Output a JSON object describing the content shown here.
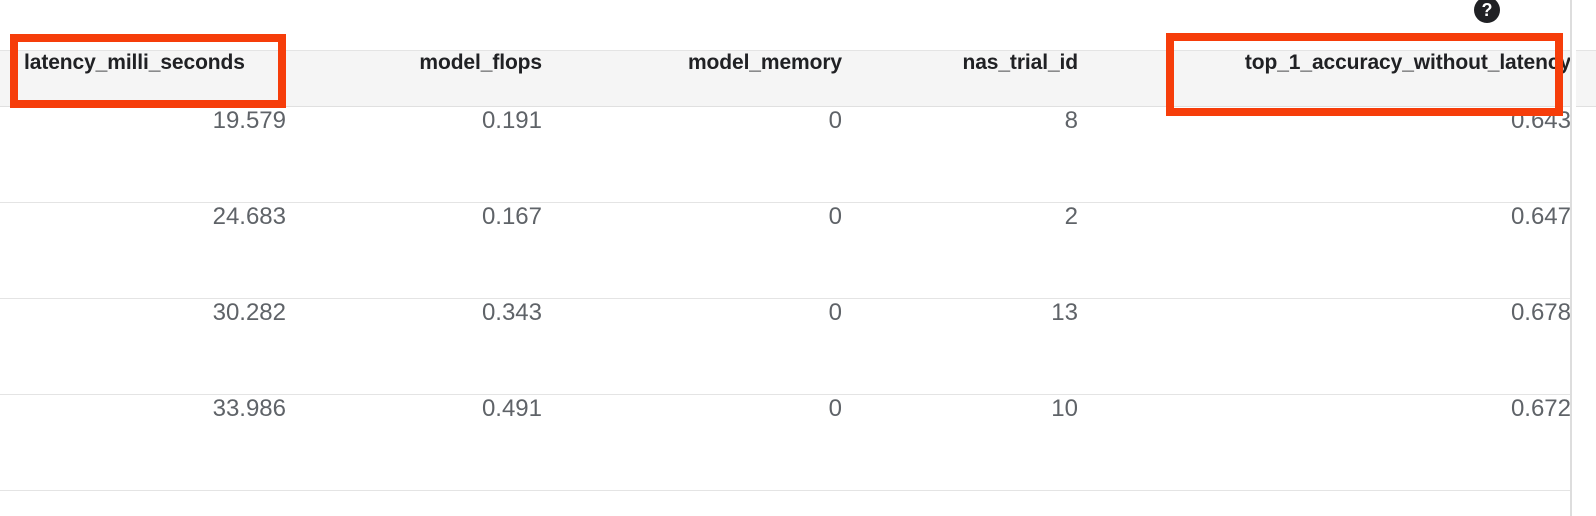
{
  "icons": {
    "help": {
      "name": "help-icon",
      "glyph": "?"
    }
  },
  "table": {
    "columns": [
      {
        "key": "latency_milli_seconds",
        "label": "latency_milli_seconds",
        "align": "left",
        "highlighted": true
      },
      {
        "key": "model_flops",
        "label": "model_flops",
        "align": "right",
        "highlighted": false
      },
      {
        "key": "model_memory",
        "label": "model_memory",
        "align": "right",
        "highlighted": false
      },
      {
        "key": "nas_trial_id",
        "label": "nas_trial_id",
        "align": "right",
        "highlighted": false
      },
      {
        "key": "top_1_accuracy_without_latency",
        "label": "top_1_accuracy_without_latency",
        "align": "right",
        "highlighted": true
      }
    ],
    "rows": [
      {
        "latency_milli_seconds": "19.579",
        "model_flops": "0.191",
        "model_memory": "0",
        "nas_trial_id": "8",
        "top_1_accuracy_without_latency": "0.643"
      },
      {
        "latency_milli_seconds": "24.683",
        "model_flops": "0.167",
        "model_memory": "0",
        "nas_trial_id": "2",
        "top_1_accuracy_without_latency": "0.647"
      },
      {
        "latency_milli_seconds": "30.282",
        "model_flops": "0.343",
        "model_memory": "0",
        "nas_trial_id": "13",
        "top_1_accuracy_without_latency": "0.678"
      },
      {
        "latency_milli_seconds": "33.986",
        "model_flops": "0.491",
        "model_memory": "0",
        "nas_trial_id": "10",
        "top_1_accuracy_without_latency": "0.672"
      }
    ]
  },
  "annotations": [
    {
      "name": "highlight-latency-header",
      "target": "latency_milli_seconds",
      "color": "#f63d0a"
    },
    {
      "name": "highlight-top1-accuracy-header",
      "target": "top_1_accuracy_without_latency",
      "color": "#f63d0a"
    }
  ],
  "colors": {
    "annotation_red": "#f63d0a",
    "header_background": "#f5f5f5",
    "header_text": "#202124",
    "cell_text": "#5f6368",
    "row_border": "#e4e4e4",
    "page_background": "#ffffff"
  }
}
